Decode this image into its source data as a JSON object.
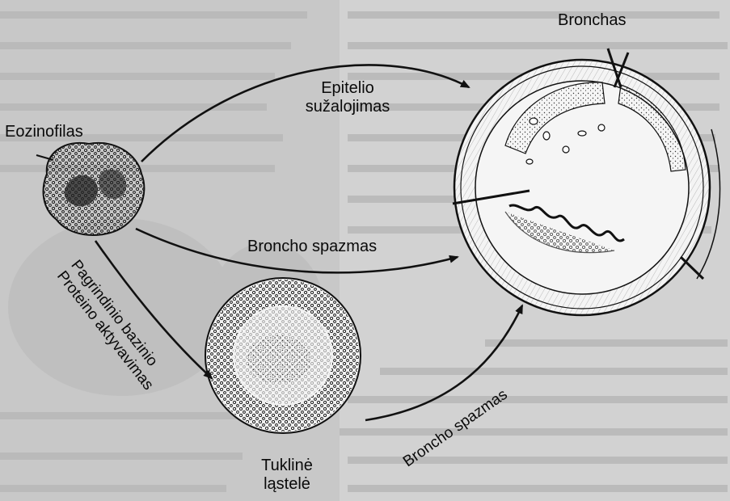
{
  "diagram": {
    "labels": {
      "bronchas": "Bronchas",
      "eozinofilas": "Eozinofilas",
      "epitelio_line1": "Epitelio",
      "epitelio_line2": "sužalojimas",
      "broncho_spazmas_mid": "Broncho spazmas",
      "pagrindinio_line1": "Pagrindinio bazinio",
      "pagrindinio_line2": "Proteino aktyvavimas",
      "tukline_line1": "Tuklinė",
      "tukline_line2": "ląstelė",
      "broncho_spazmas_low": "Broncho spazmas"
    },
    "colors": {
      "ink": "#111111",
      "paper": "#f2f2f2",
      "faded_text": "#9a9a9a"
    }
  }
}
